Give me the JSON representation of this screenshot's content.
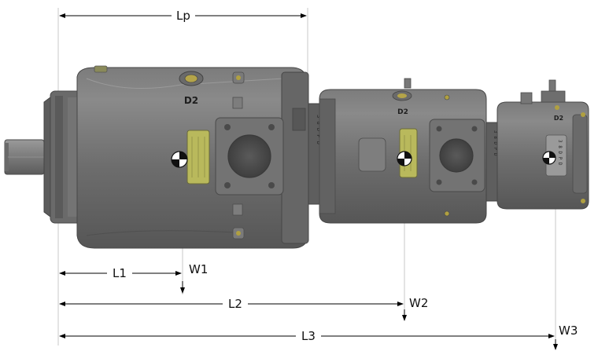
{
  "dimensions": {
    "lp": "Lp",
    "l1": "L1",
    "l2": "L2",
    "l3": "L3",
    "w1": "W1",
    "w2": "W2",
    "w3": "W3"
  },
  "ports": {
    "main": "D2",
    "middle": "D2",
    "rear": "D2"
  },
  "plates": {
    "main": "3 8 D P D",
    "middle": "3 8 D P D",
    "rear": "3 8 D P D"
  },
  "colors": {
    "housing": "#6e6e6e",
    "housing_dark": "#565656",
    "housing_light": "#8a8a8a",
    "nameplate": "#b9b95c",
    "dim_line": "#000000",
    "extension_line": "#c9c9c9"
  }
}
